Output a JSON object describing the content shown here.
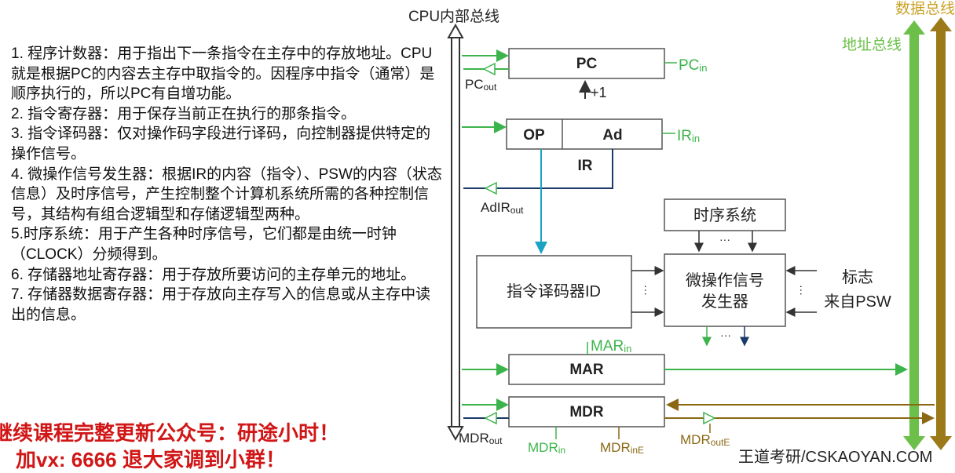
{
  "notes": [
    "1. 程序计数器：用于指出下一条指令在主存中的存放地址。CPU就是根据PC的内容去主存中取指令的。因程序中指令（通常）是顺序执行的，所以PC有自增功能。",
    "2. 指令寄存器：用于保存当前正在执行的那条指令。",
    "3. 指令译码器：仅对操作码字段进行译码，向控制器提供特定的操作信号。",
    "4. 微操作信号发生器：根据IR的内容（指令）、PSW的内容（状态信息）及时序信号，产生控制整个计算机系统所需的各种控制信号，其结构有组合逻辑型和存储逻辑型两种。",
    "5.时序系统：用于产生各种时序信号，它们都是由统一时钟（CLOCK）分频得到。",
    "6. 存储器地址寄存器：用于存放所要访问的主存单元的地址。",
    "7. 存储器数据寄存器：用于存放向主存写入的信息或从主存中读出的信息。"
  ],
  "buses": {
    "cpu_bus": "CPU内部总线",
    "address_bus": "地址总线",
    "data_bus": "数据总线"
  },
  "registers": {
    "pc": "PC",
    "pc_increment": "+1",
    "op": "OP",
    "ad": "Ad",
    "ir": "IR",
    "decoder": "指令译码器ID",
    "timing": "时序系统",
    "micro_gen_line1": "微操作信号",
    "micro_gen_line2": "发生器",
    "mar": "MAR",
    "mdr": "MDR",
    "flags_line1": "标志",
    "flags_line2": "来自PSW",
    "dots": "···"
  },
  "signals": {
    "pc_in": {
      "base": "PC",
      "sub": "in"
    },
    "pc_out": {
      "base": "PC",
      "sub": "out"
    },
    "ir_in": {
      "base": "IR",
      "sub": "in"
    },
    "adir_out": {
      "base": "AdIR",
      "sub": "out"
    },
    "mar_in": {
      "base": "MAR",
      "sub": "in"
    },
    "mdr_out": {
      "base": "MDR",
      "sub": "out"
    },
    "mdr_in": {
      "base": "MDR",
      "sub": "in"
    },
    "mdr_in_e": {
      "base": "MDR",
      "sub": "inE"
    },
    "mdr_out_e": {
      "base": "MDR",
      "sub": "outE"
    }
  },
  "footer": {
    "promo": "继续课程完整更新公众号：研途小时！",
    "promo2": "加vx: 6666 退大家调到小群！",
    "watermark": "王道考研/CSKAOYAN.COM"
  },
  "colors": {
    "green": "#3cb44b",
    "gold": "#8b6914",
    "teal": "#1aa3c2",
    "box_border": "#555555",
    "promo_red": "#d01616"
  }
}
